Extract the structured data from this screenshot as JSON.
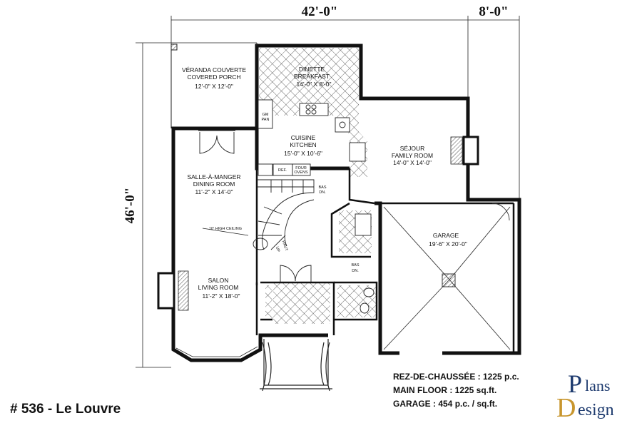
{
  "plan": {
    "width_dim": "42'-0\"",
    "garage_width_dim": "8'-0\"",
    "depth_dim": "46'-0\"",
    "rooms": {
      "porch": {
        "fr": "VÉRANDA COUVERTE",
        "en": "COVERED PORCH",
        "size": "12'-0\" X 12'-0\""
      },
      "dinette": {
        "fr": "DINETTE",
        "en": "BREAKFAST",
        "size": "14'-0\" X 8'-0\""
      },
      "kitchen": {
        "fr": "CUISINE",
        "en": "KITCHEN",
        "size": "15'-0\" X 10'-6\""
      },
      "family": {
        "fr": "SÉJOUR",
        "en": "FAMILY ROOM",
        "size": "14'-0\" X 14'-0\""
      },
      "dining": {
        "fr": "SALLE-À-MANGER",
        "en": "DINING ROOM",
        "size": "11'-2\" X 14'-0\""
      },
      "living": {
        "fr": "SALON",
        "en": "LIVING ROOM",
        "size": "11'-2\" X 18'-0\""
      },
      "garage": {
        "fr": "GARAGE",
        "size": "19'-6\" X 20'-0\""
      }
    },
    "labels": {
      "pantry_1": "GM",
      "pantry_2": "PAN",
      "fridge": "REF.",
      "ovens_1": "FOUR",
      "ovens_2": "OVENS",
      "ceiling_note": "10' HIGH CEILING",
      "stairs_down_1": "BAS",
      "stairs_down_2": "DN.",
      "stairs_up": "HAUT",
      "stairs_up_en": "UP",
      "lower_down_1": "BAS",
      "lower_down_2": "DN."
    }
  },
  "info": {
    "main_floor_fr": "REZ-DE-CHAUSSÉE : 1225 p.c.",
    "main_floor_en": "MAIN FLOOR : 1225 sq.ft.",
    "garage": "GARAGE : 454 p.c. / sq.ft."
  },
  "title": "# 536 - Le Louvre",
  "logo": {
    "word_1": "lans",
    "word_2": "esign",
    "letter_1": "P",
    "letter_2": "D"
  },
  "colors": {
    "wall": "#111111",
    "logo_blue": "#1d3a6e",
    "logo_gold": "#c8962e"
  }
}
